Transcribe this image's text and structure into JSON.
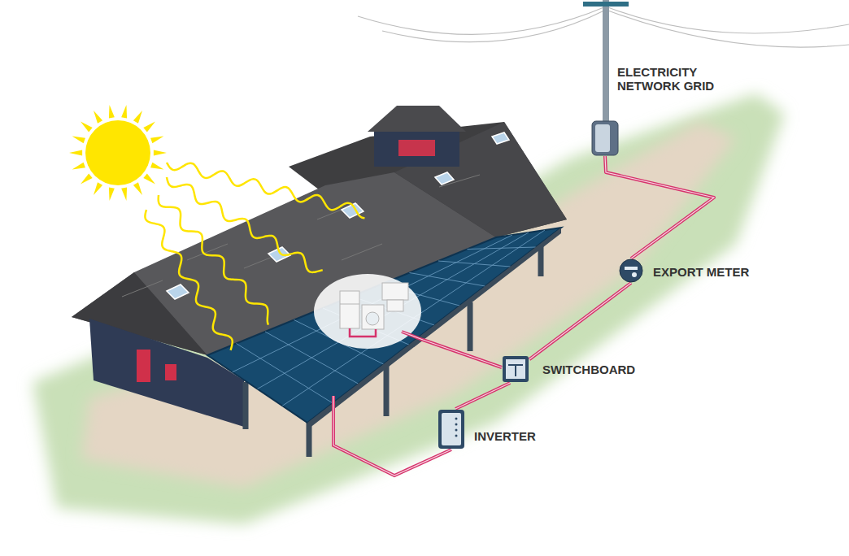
{
  "diagram": {
    "nodes": [
      {
        "text": [
          "ELECTRICITY NETWORK GRID"
        ]
      },
      {
        "text": [
          "EXPORT METER"
        ]
      },
      {
        "text": [
          "SWITCHBOARD"
        ]
      },
      {
        "text": [
          "INVERTER"
        ]
      }
    ],
    "edges": [
      {
        "from": 3,
        "to": 2,
        "arrow": "none"
      },
      {
        "from": 2,
        "to": 1,
        "arrow": "none"
      },
      {
        "from": 1,
        "to": 0,
        "arrow": "none"
      }
    ]
  }
}
